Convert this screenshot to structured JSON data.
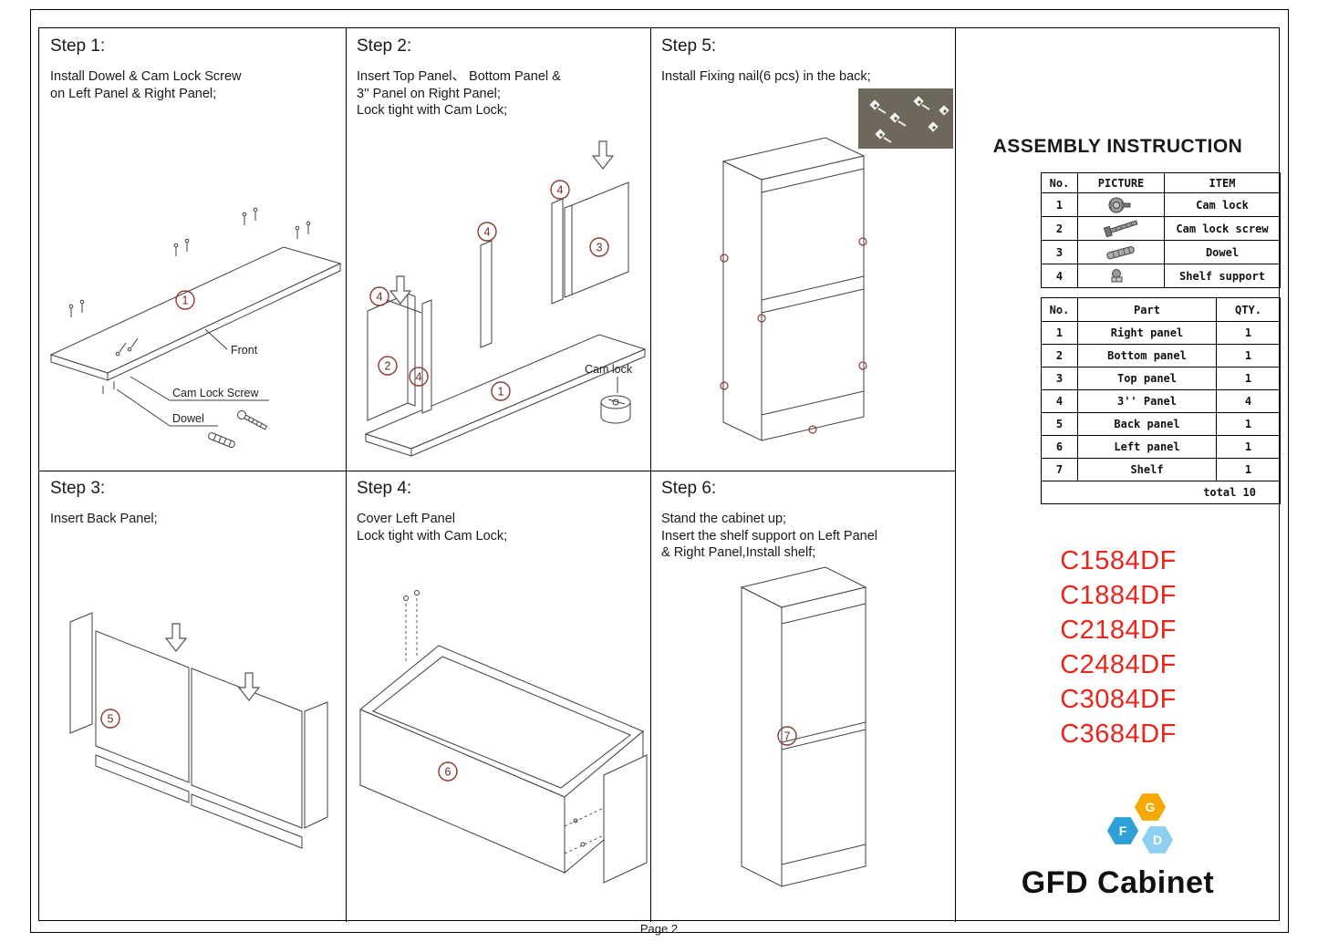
{
  "page": {
    "footer": "Page 2"
  },
  "steps": {
    "step1": {
      "title": "Step 1:",
      "lines": [
        "Install Dowel & Cam Lock Screw",
        "on Left Panel & Right Panel;"
      ],
      "labels": {
        "front": "Front",
        "cam_lock_screw": "Cam Lock Screw",
        "dowel": "Dowel"
      },
      "callout": "1"
    },
    "step2": {
      "title": "Step 2:",
      "lines": [
        "Insert Top Panel、 Bottom Panel &",
        "3'' Panel on Right Panel;",
        "Lock tight with Cam Lock;"
      ],
      "labels": {
        "cam_lock": "Cam lock"
      },
      "callouts": {
        "bottom_panel": "1",
        "left_panel": "2",
        "top_panel": "3",
        "p4a": "4",
        "p4b": "4",
        "p4c": "4",
        "p4d": "4"
      }
    },
    "step3": {
      "title": "Step 3:",
      "lines": [
        "Insert Back Panel;"
      ],
      "callout": "5"
    },
    "step4": {
      "title": "Step 4:",
      "lines": [
        "Cover Left Panel",
        "Lock tight with Cam Lock;"
      ],
      "callout": "6"
    },
    "step5": {
      "title": "Step 5:",
      "lines": [
        "Install Fixing nail(6 pcs) in the back;"
      ]
    },
    "step6": {
      "title": "Step 6:",
      "lines": [
        "Stand the cabinet up;",
        "Insert the shelf support on Left Panel",
        "& Right Panel,Install shelf;"
      ],
      "callout": "7"
    }
  },
  "assembly": {
    "title": "ASSEMBLY INSTRUCTION",
    "hardware_table": {
      "headers": {
        "no": "No.",
        "picture": "PICTURE",
        "item": "ITEM"
      },
      "rows": [
        {
          "no": "1",
          "item": "Cam lock",
          "icon": "cam-lock-icon"
        },
        {
          "no": "2",
          "item": "Cam lock screw",
          "icon": "cam-lock-screw-icon"
        },
        {
          "no": "3",
          "item": "Dowel",
          "icon": "dowel-icon"
        },
        {
          "no": "4",
          "item": "Shelf support",
          "icon": "shelf-support-icon"
        }
      ]
    },
    "parts_table": {
      "headers": {
        "no": "No.",
        "part": "Part",
        "qty": "QTY."
      },
      "rows": [
        {
          "no": "1",
          "part": "Right panel",
          "qty": "1"
        },
        {
          "no": "2",
          "part": "Bottom panel",
          "qty": "1"
        },
        {
          "no": "3",
          "part": "Top panel",
          "qty": "1"
        },
        {
          "no": "4",
          "part": "3'' Panel",
          "qty": "4"
        },
        {
          "no": "5",
          "part": "Back panel",
          "qty": "1"
        },
        {
          "no": "6",
          "part": "Left panel",
          "qty": "1"
        },
        {
          "no": "7",
          "part": "Shelf",
          "qty": "1"
        }
      ],
      "total": "total 10"
    }
  },
  "models": [
    "C1584DF",
    "C1884DF",
    "C2184DF",
    "C2484DF",
    "C3084DF",
    "C3684DF"
  ],
  "brand": {
    "name": "GFD Cabinet",
    "hex_letters": {
      "g": "G",
      "f": "F",
      "d": "D"
    },
    "colors": {
      "g_hex": "#f5a800",
      "f_hex": "#2f9fd8",
      "d_hex": "#8fd0f0",
      "model_red": "#e8261b",
      "callout": "#8d3a34"
    }
  }
}
